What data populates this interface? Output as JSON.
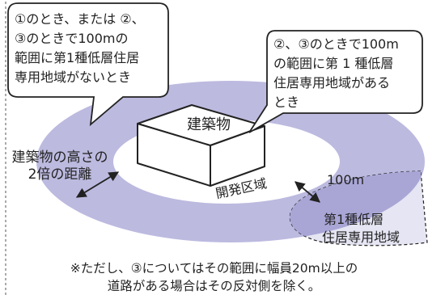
{
  "bubbles": {
    "left": {
      "lines": [
        "①のとき、または ②、",
        "③のときで100mの",
        "範囲に第1種低層住居",
        "専用地域がないとき"
      ]
    },
    "right": {
      "lines": [
        "②、③のときで100m",
        "の範囲に第 1 種低層",
        "住居専用地域がある",
        "とき"
      ]
    }
  },
  "building": {
    "label": "建築物"
  },
  "distance_label": {
    "lines": [
      "建築物の高さの",
      "2倍の距離"
    ]
  },
  "development_area": {
    "label": "開発区域"
  },
  "hundred_m": {
    "label": "100m"
  },
  "residential_zone": {
    "lines": [
      "第1種低層",
      "住居専用地域"
    ]
  },
  "footnote": {
    "line1": "※ただし、③についてはその範囲に幅員20m以上の",
    "line2": "道路がある場合はその反対側を除く。"
  },
  "colors": {
    "ring": "#bcbadf",
    "zone_fill": "#e5e5f3",
    "stroke": "#222222"
  }
}
